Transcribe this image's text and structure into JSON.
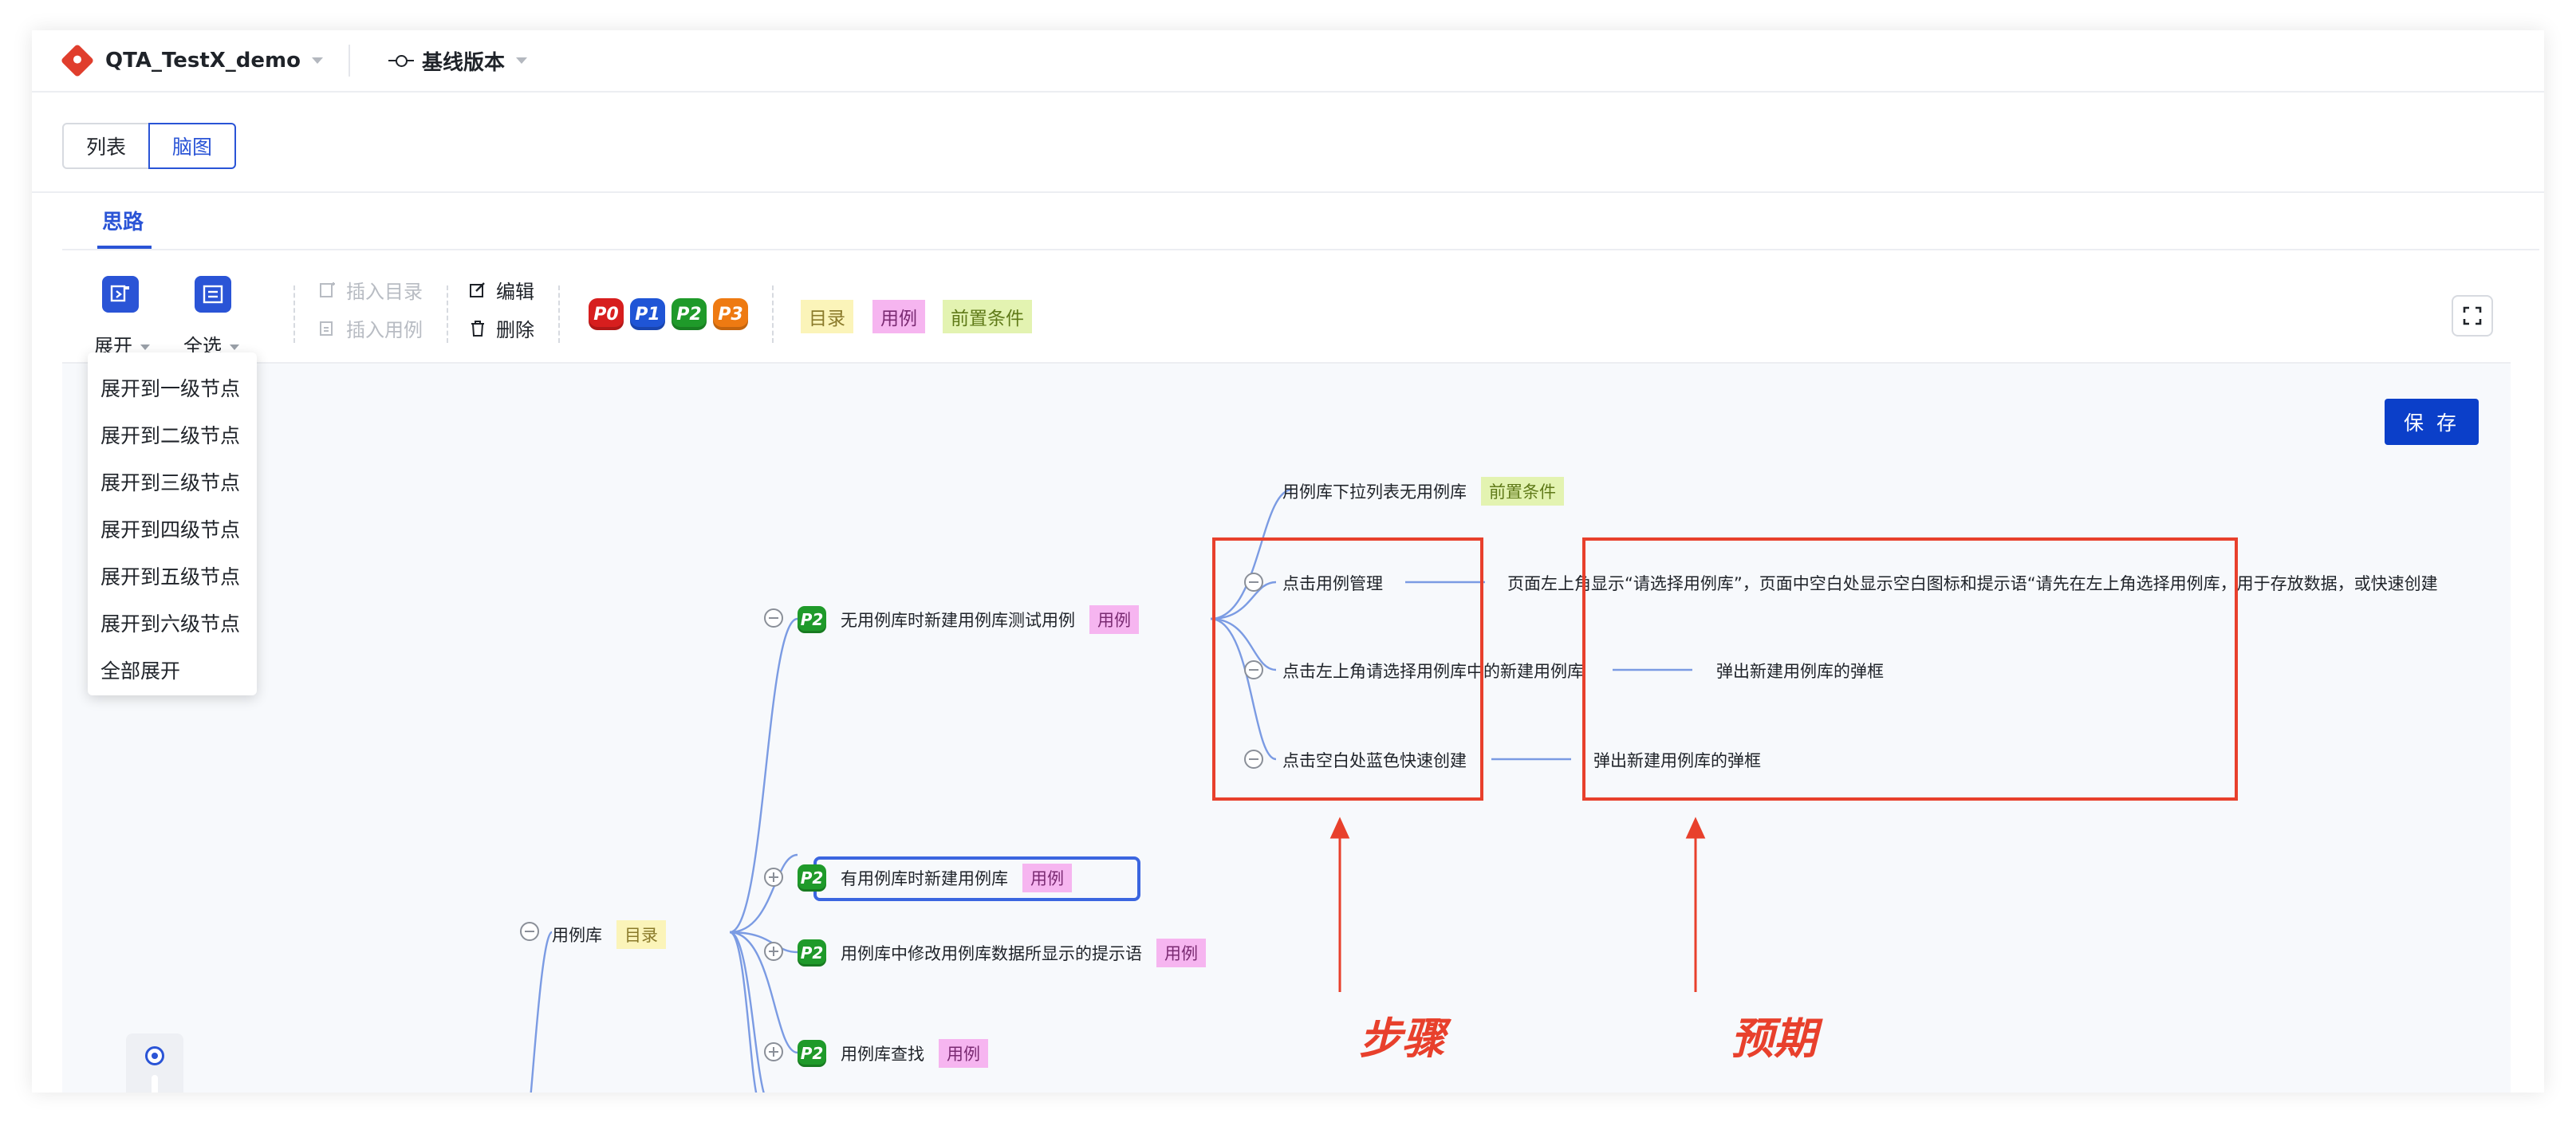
{
  "header": {
    "project_name": "QTA_TestX_demo",
    "version_label": "基线版本"
  },
  "view_toggle": {
    "list_label": "列表",
    "mindmap_label": "脑图",
    "active": "脑图"
  },
  "tabs": [
    {
      "label": "思路",
      "active": true
    }
  ],
  "toolbar": {
    "expand_label": "展开",
    "select_all_label": "全选",
    "insert_directory_label": "插入目录",
    "insert_case_label": "插入用例",
    "edit_label": "编辑",
    "delete_label": "删除",
    "priorities": [
      {
        "label": "P0",
        "color": "#d71e1e"
      },
      {
        "label": "P1",
        "color": "#1f55d6"
      },
      {
        "label": "P2",
        "color": "#1f9a2a"
      },
      {
        "label": "P3",
        "color": "#ee7a12"
      }
    ],
    "tags": [
      {
        "label": "目录",
        "kind": "dir"
      },
      {
        "label": "用例",
        "kind": "case"
      },
      {
        "label": "前置条件",
        "kind": "pre"
      }
    ]
  },
  "expand_menu": [
    "展开到一级节点",
    "展开到二级节点",
    "展开到三级节点",
    "展开到四级节点",
    "展开到五级节点",
    "展开到六级节点",
    "全部展开"
  ],
  "save_label": "保 存",
  "mindmap": {
    "root": {
      "label": "用例库",
      "tag": "目录"
    },
    "children": [
      {
        "priority": "P2",
        "label": "无用例库时新建用例库测试用例",
        "tag": "用例"
      },
      {
        "priority": "P2",
        "label": "有用例库时新建用例库",
        "tag": "用例"
      },
      {
        "priority": "P2",
        "label": "用例库中修改用例库数据所显示的提示语",
        "tag": "用例"
      },
      {
        "priority": "P2",
        "label": "用例库查找",
        "tag": "用例"
      }
    ],
    "precondition": {
      "label": "用例库下拉列表无用例库",
      "tag": "前置条件"
    },
    "steps": [
      {
        "label": "点击用例管理",
        "expected": "页面左上角显示“请选择用例库”，页面中空白处显示空白图标和提示语“请先在左上角选择用例库，用于存放数据，或快速创建"
      },
      {
        "label": "点击左上角请选择用例库中的新建用例库",
        "expected": "弹出新建用例库的弹框"
      },
      {
        "label": "点击空白处蓝色快速创建",
        "expected": "弹出新建用例库的弹框"
      }
    ]
  },
  "annotations": {
    "steps_label": "步骤",
    "expected_label": "预期",
    "color": "#e8402c"
  }
}
